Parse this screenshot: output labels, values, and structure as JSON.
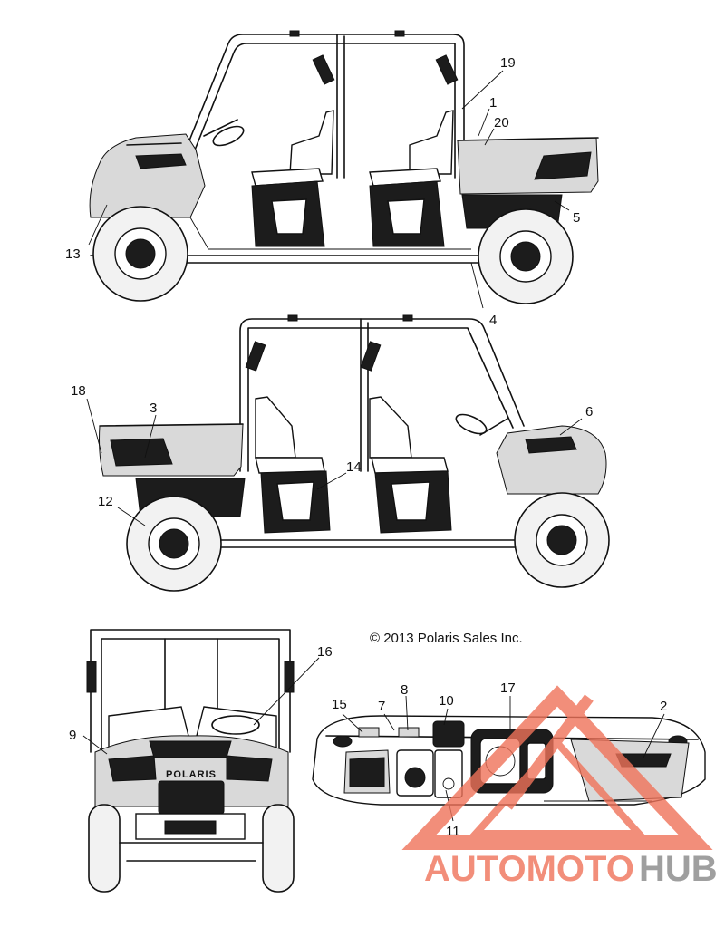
{
  "copyright": "© 2013 Polaris Sales Inc.",
  "watermark": {
    "part1": "AUTOMOTO",
    "part2": "HUB",
    "color_primary": "#f0735a",
    "color_secondary": "#888888"
  },
  "grille_brand": "POLARIS",
  "callouts": {
    "c1": "1",
    "c2": "2",
    "c3": "3",
    "c4": "4",
    "c5": "5",
    "c6": "6",
    "c7": "7",
    "c8": "8",
    "c9": "9",
    "c10": "10",
    "c11": "11",
    "c12": "12",
    "c13": "13",
    "c14": "14",
    "c15": "15",
    "c16": "16",
    "c17": "17",
    "c18": "18",
    "c19": "19",
    "c20": "20"
  }
}
